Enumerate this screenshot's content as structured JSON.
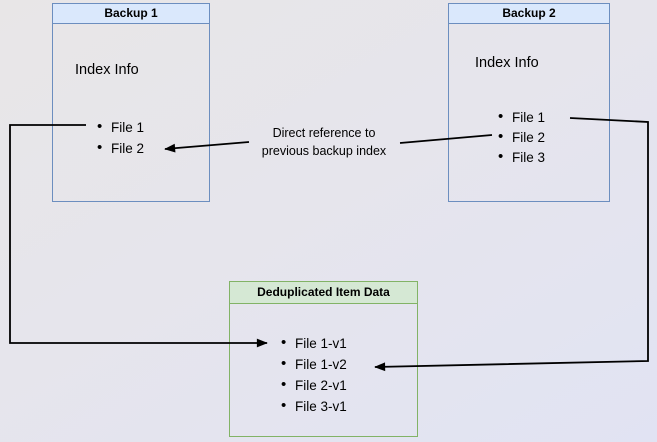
{
  "backup1": {
    "title": "Backup 1",
    "subtitle": "Index Info",
    "items": [
      "File 1",
      "File 2"
    ]
  },
  "backup2": {
    "title": "Backup 2",
    "subtitle": "Index Info",
    "items": [
      "File 1",
      "File 2",
      "File 3"
    ]
  },
  "dedup": {
    "title": "Deduplicated Item Data",
    "items": [
      "File 1-v1",
      "File 1-v2",
      "File 2-v1",
      "File 3-v1"
    ]
  },
  "annotation": {
    "line1": "Direct reference to",
    "line2": "previous backup index"
  },
  "colors": {
    "blue_fill": "#dae8fc",
    "blue_border": "#6c8ebf",
    "green_fill": "#d5e8d4",
    "green_border": "#82b366",
    "arrow": "#000000"
  }
}
